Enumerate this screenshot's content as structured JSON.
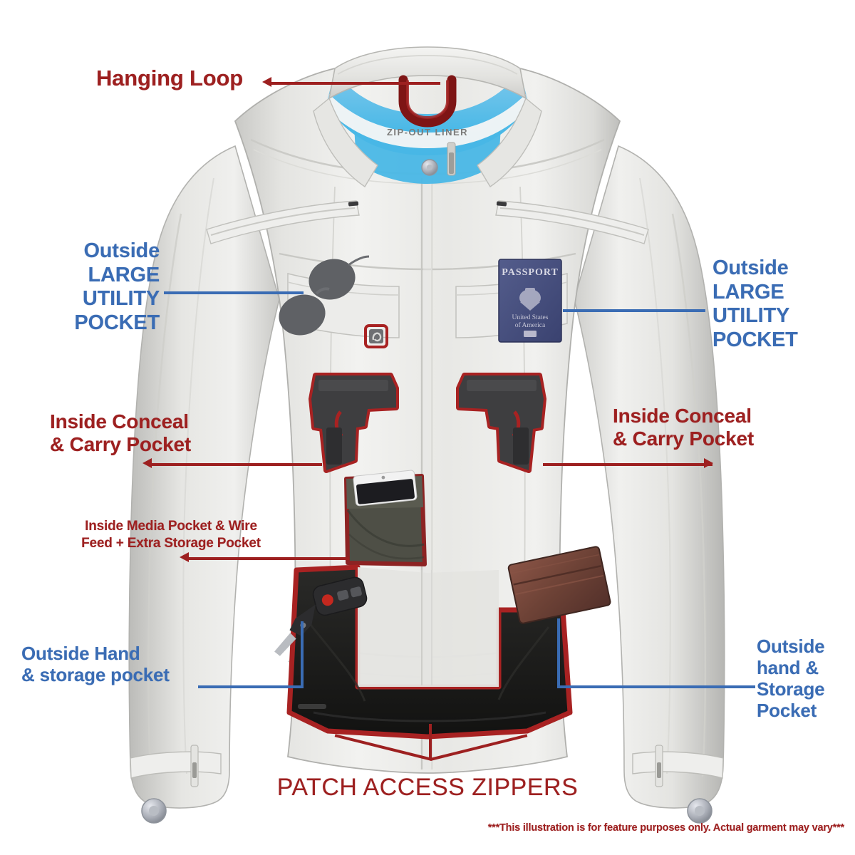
{
  "illustration": {
    "subject": "Leather motorcycle jacket feature callout illustration",
    "garment_color": "#e9e9e7",
    "accent_red": "#9d2020",
    "accent_blue": "#3a6cb4"
  },
  "labels": {
    "hanging_loop": "Hanging Loop",
    "outside_large_utility_left": "Outside\nLARGE\nUTILITY\nPOCKET",
    "outside_large_utility_right": "Outside\nLARGE\nUTILITY\nPOCKET",
    "inside_conceal_left": "Inside Conceal\n& Carry Pocket",
    "inside_conceal_right": "Inside Conceal\n& Carry Pocket",
    "inside_media": "Inside Media Pocket & Wire\nFeed + Extra Storage Pocket",
    "outside_hand_left": "Outside Hand\n& storage pocket",
    "outside_hand_right": "Outside\nhand &\nStorage\nPocket",
    "patch_access_zippers": "PATCH ACCESS ZIPPERS",
    "disclaimer": "***This illustration is for feature purposes only.  Actual garment may vary***"
  },
  "garment_text": {
    "zip_out_liner": "ZIP-OUT LINER"
  },
  "items": {
    "passport": {
      "title": "PASSPORT",
      "country_line1": "United States",
      "country_line2": "of America",
      "color": "#46507e"
    },
    "sunglasses": {
      "name": "aviator-sunglasses",
      "lens_color": "#5f6165"
    },
    "pistol_left": {
      "name": "pistol",
      "color": "#3e3e40",
      "outline": "#a82222"
    },
    "pistol_right": {
      "name": "pistol",
      "color": "#3e3e40",
      "outline": "#a82222"
    },
    "phone": {
      "name": "smartphone",
      "body": "#f2f2f2",
      "screen": "#1c1c20"
    },
    "media_pocket": {
      "name": "mesh-media-pocket",
      "color": "#4e4f46"
    },
    "keys": {
      "name": "car-key-fob",
      "fob_color": "#2c2c2e",
      "panic_button": "#c4281f"
    },
    "wallet": {
      "name": "leather-wallet",
      "color": "#6b4238"
    }
  }
}
